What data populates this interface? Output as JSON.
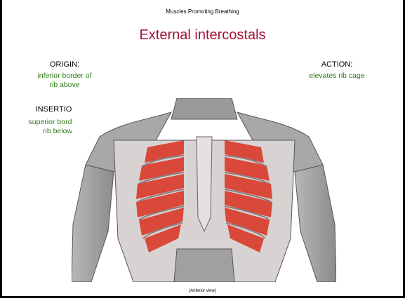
{
  "slide": {
    "header": "Muscles Promoting Breathing",
    "title": "External intercostals",
    "origin": {
      "label": "ORIGIN:",
      "value_line1": "inferior border of",
      "value_line2": "rib above"
    },
    "insertion": {
      "label": "INSERTION:",
      "value_line1": "superior border of",
      "value_line2": "rib below"
    },
    "action": {
      "label": "ACTION:",
      "value": "elevates rib cage"
    },
    "caption": "(Anterior view)",
    "colors": {
      "title": "#a3123a",
      "green_text": "#2f7d1a",
      "muscle_red": "#d9301e"
    }
  }
}
